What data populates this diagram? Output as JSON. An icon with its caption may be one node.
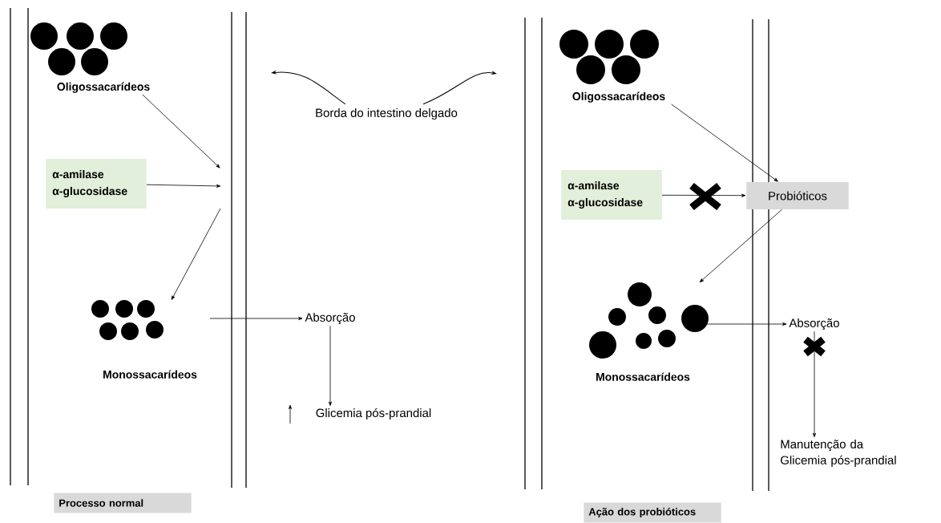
{
  "diagram": {
    "nodes": [
      {
        "text": [
          "Oligossacarídeos"
        ]
      },
      {
        "text": [
          "Borda do intestino delgado"
        ]
      },
      {
        "text": [
          "Oligossacarídeos"
        ]
      },
      {
        "text": [
          "α-amilase α-glucosidase"
        ]
      },
      {
        "text": [
          "α-amilase α-glucosidase"
        ]
      },
      {
        "text": [
          "Probióticos"
        ]
      },
      {
        "text": [
          "Monossacarídeos"
        ]
      },
      {
        "text": [
          "Absorção"
        ]
      },
      {
        "text": [
          "Monossacarídeos"
        ]
      },
      {
        "text": [
          "Absorção"
        ]
      },
      {
        "text": [
          "Glicemia pós-prandial"
        ]
      },
      {
        "text": [
          "Manutenção da Glicemia pós-prandial"
        ]
      },
      {
        "text": [
          "Processo normal"
        ]
      },
      {
        "text": [
          "Ação dos probióticos"
        ]
      }
    ],
    "edges": [
      {
        "from": 0,
        "to": null,
        "arrow": "to"
      },
      {
        "from": 3,
        "to": null,
        "arrow": "to"
      },
      {
        "from": null,
        "to": 6,
        "arrow": "to"
      },
      {
        "from": 6,
        "to": 7,
        "arrow": "to"
      },
      {
        "from": 7,
        "to": 10,
        "arrow": "to"
      },
      {
        "from": 1,
        "to": null,
        "arrow": "to"
      },
      {
        "from": 1,
        "to": null,
        "arrow": "to"
      },
      {
        "from": 2,
        "to": 5,
        "arrow": "to"
      },
      {
        "from": 4,
        "to": 5,
        "arrow": "to"
      },
      {
        "from": 5,
        "to": 8,
        "arrow": "to"
      },
      {
        "from": 8,
        "to": 9,
        "arrow": "to"
      },
      {
        "from": 9,
        "to": 11,
        "arrow": "to"
      }
    ]
  }
}
